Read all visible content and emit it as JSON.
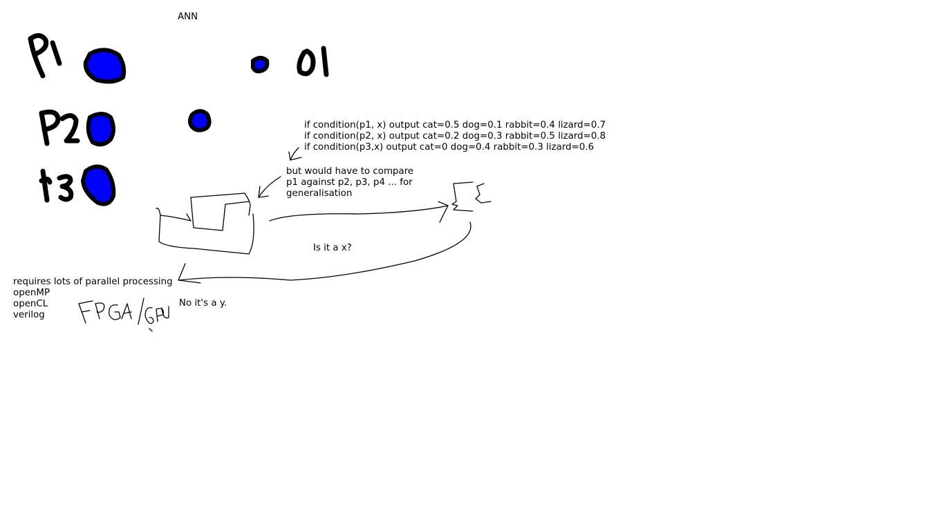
{
  "title": "ANN",
  "conditions": [
    "if condition(p1, x) output cat=0.5 dog=0.1 rabbit=0.4 lizard=0.7",
    "if condition(p2, x) output cat=0.2 dog=0.3 rabbit=0.5 lizard=0.8",
    "if condition(p3,x) output cat=0 dog=0.4 rabbit=0.3 lizard=0.6"
  ],
  "compare_note": [
    "but would have to compare",
    "p1 against p2, p3, p4 ... for",
    "generalisation"
  ],
  "question": "Is it a x?",
  "answer": "No it's a y.",
  "parallel_note": [
    "requires lots of parallel processing",
    "openMP",
    "openCL",
    "verilog"
  ],
  "colors": {
    "node_fill": "#0000ff",
    "ink": "#000000",
    "background": "#ffffff"
  }
}
